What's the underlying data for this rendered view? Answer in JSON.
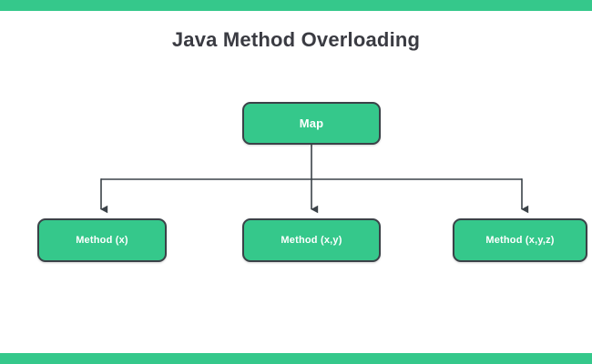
{
  "page": {
    "title": "Java Method Overloading",
    "background_color": "#ffffff"
  },
  "decor": {
    "top_bar_color": "#35c88b",
    "bottom_bar_color": "#35c88b"
  },
  "diagram": {
    "type": "tree",
    "node_fill_color": "#35c88b",
    "node_border_color": "#3b4248",
    "node_text_color": "#ffffff",
    "connector_color": "#3b4248",
    "root": {
      "id": "root",
      "label": "Map"
    },
    "children": [
      {
        "id": "child-0",
        "label": "Method (x)"
      },
      {
        "id": "child-1",
        "label": "Method (x,y)"
      },
      {
        "id": "child-2",
        "label": "Method (x,y,z)"
      }
    ]
  }
}
